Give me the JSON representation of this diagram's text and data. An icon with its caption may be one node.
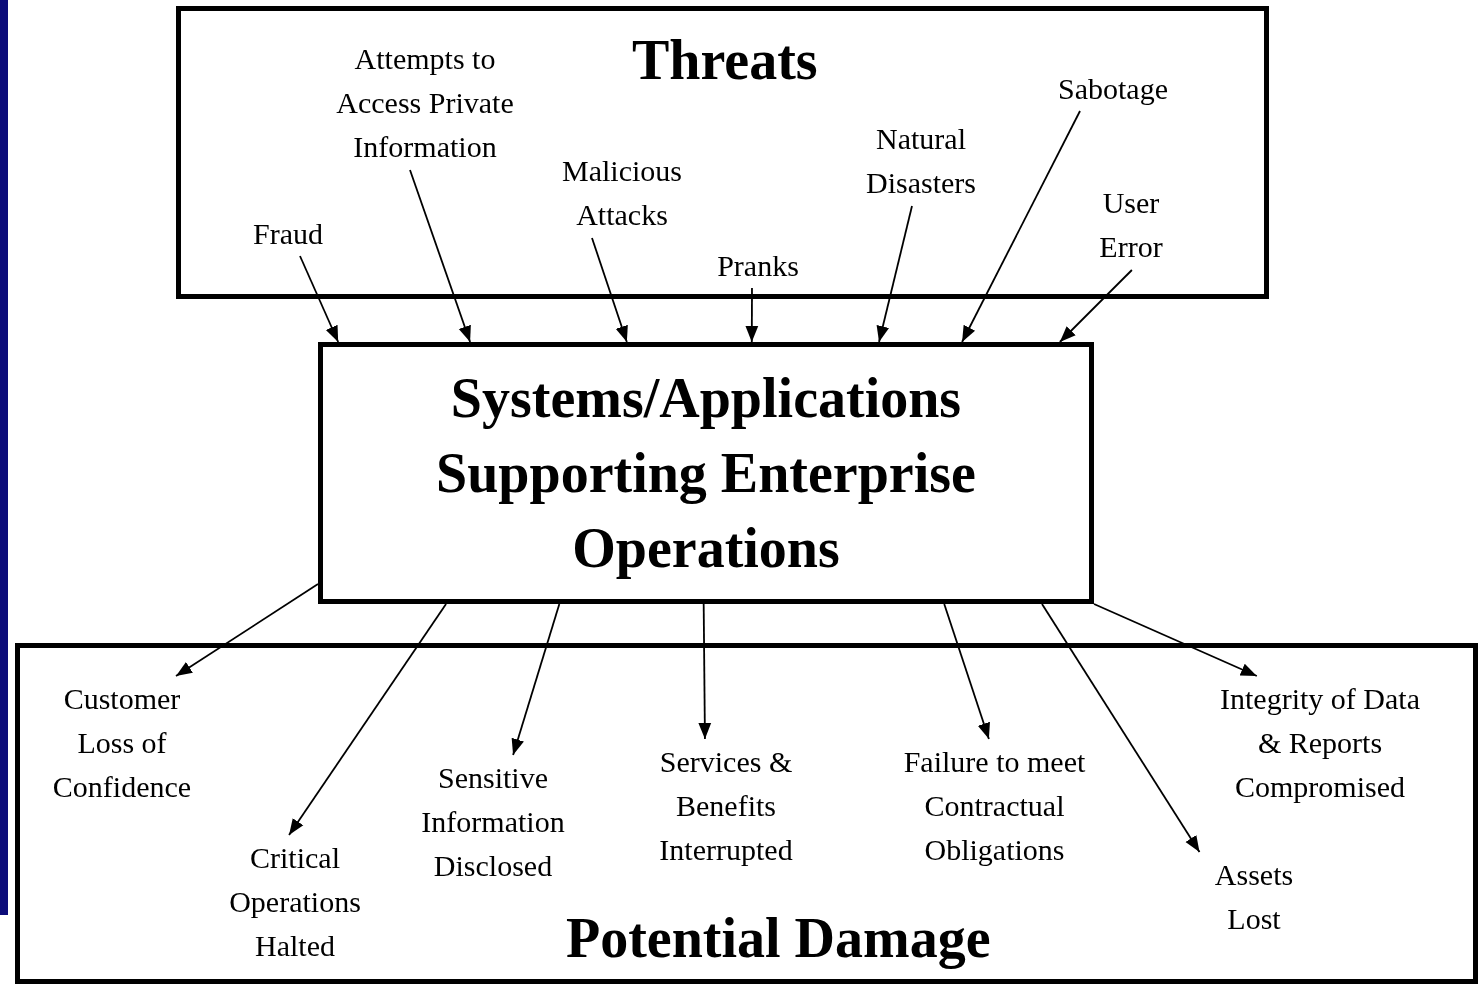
{
  "diagram": {
    "nodes": [
      {
        "text": [
          "Threats"
        ]
      },
      {
        "text": [
          "Attempts to Access Private Information"
        ],
        "in": 0
      },
      {
        "text": [
          "Fraud"
        ],
        "in": 0
      },
      {
        "text": [
          "Malicious Attacks"
        ],
        "in": 0
      },
      {
        "text": [
          "Pranks"
        ],
        "in": 0
      },
      {
        "text": [
          "Natural Disasters"
        ],
        "in": 0
      },
      {
        "text": [
          "Sabotage"
        ],
        "in": 0
      },
      {
        "text": [
          "User Error"
        ],
        "in": 0
      },
      {
        "text": [
          "Systems/Applications Supporting Enterprise Operations"
        ]
      },
      {
        "text": [
          "Potential Damage"
        ]
      },
      {
        "text": [
          "Customer Loss of Confidence"
        ],
        "in": 9
      },
      {
        "text": [
          "Critical Operations Halted"
        ],
        "in": 9
      },
      {
        "text": [
          "Sensitive Information Disclosed"
        ],
        "in": 9
      },
      {
        "text": [
          "Services & Benefits Interrupted"
        ],
        "in": 9
      },
      {
        "text": [
          "Failure to meet Contractual Obligations"
        ],
        "in": 9
      },
      {
        "text": [
          "Integrity of Data & Reports Compromised"
        ],
        "in": 9
      },
      {
        "text": [
          "Assets Lost"
        ],
        "in": 9
      }
    ],
    "edges": [
      {
        "from": 2,
        "to": 8,
        "arrow": "to"
      },
      {
        "from": 1,
        "to": 8,
        "arrow": "to"
      },
      {
        "from": 3,
        "to": 8,
        "arrow": "to"
      },
      {
        "from": 4,
        "to": 8,
        "arrow": "to"
      },
      {
        "from": 5,
        "to": 8,
        "arrow": "to"
      },
      {
        "from": 6,
        "to": 8,
        "arrow": "to"
      },
      {
        "from": 7,
        "to": 8,
        "arrow": "to"
      },
      {
        "from": 8,
        "to": 10,
        "arrow": "to"
      },
      {
        "from": 8,
        "to": 11,
        "arrow": "to"
      },
      {
        "from": 8,
        "to": 12,
        "arrow": "to"
      },
      {
        "from": 8,
        "to": 13,
        "arrow": "to"
      },
      {
        "from": 8,
        "to": 14,
        "arrow": "to"
      },
      {
        "from": 8,
        "to": 16,
        "arrow": "to"
      },
      {
        "from": 8,
        "to": 15,
        "arrow": "to"
      }
    ]
  }
}
